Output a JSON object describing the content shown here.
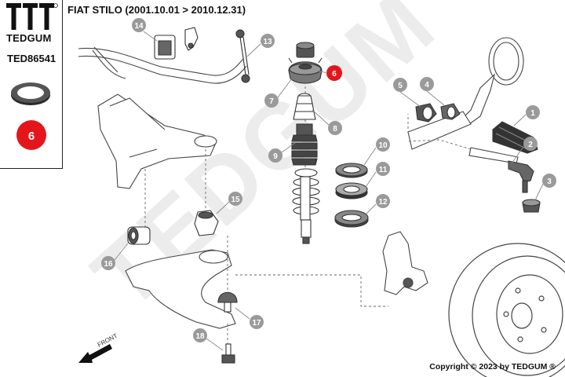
{
  "header": {
    "title": "FIAT STILO (2001.10.01 > 2010.12.31)"
  },
  "side_panel": {
    "brand": "TEDGUM",
    "part_number": "TED86541",
    "selected_callout": "6"
  },
  "callouts": [
    "1",
    "2",
    "3",
    "4",
    "5",
    "6",
    "7",
    "8",
    "9",
    "10",
    "11",
    "12",
    "13",
    "14",
    "15",
    "16",
    "17",
    "18"
  ],
  "highlight_color": "#e3161b",
  "callout_color": "#9a9a9a",
  "watermark": "TEDGUM",
  "direction_label": "FRONT",
  "footer": {
    "copyright": "Copyright © 2023 by TEDGUM ®"
  }
}
